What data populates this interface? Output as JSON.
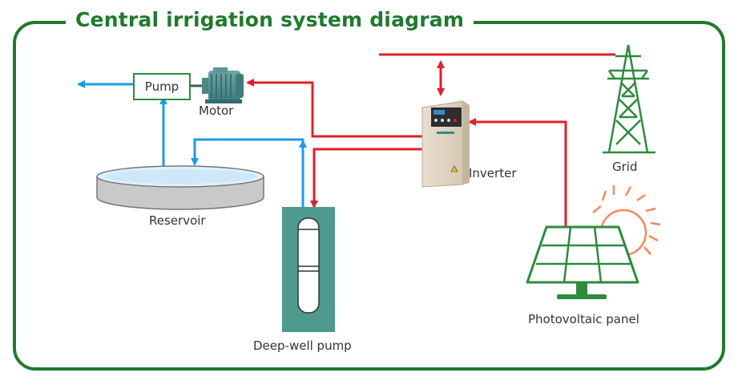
{
  "title": "Central irrigation system diagram",
  "labels": {
    "pump": "Pump",
    "motor": "Motor",
    "reservoir": "Reservoir",
    "deep_well_pump": "Deep-well pump",
    "inverter": "Inverter",
    "grid": "Grid",
    "photovoltaic_panel": "Photovoltaic panel"
  },
  "colors": {
    "frame_green": "#1f7a2e",
    "water_blue": "#1e9be0",
    "power_red": "#e0202a",
    "well_teal": "#4e9a8e",
    "sun_orange": "#f08a5d"
  }
}
